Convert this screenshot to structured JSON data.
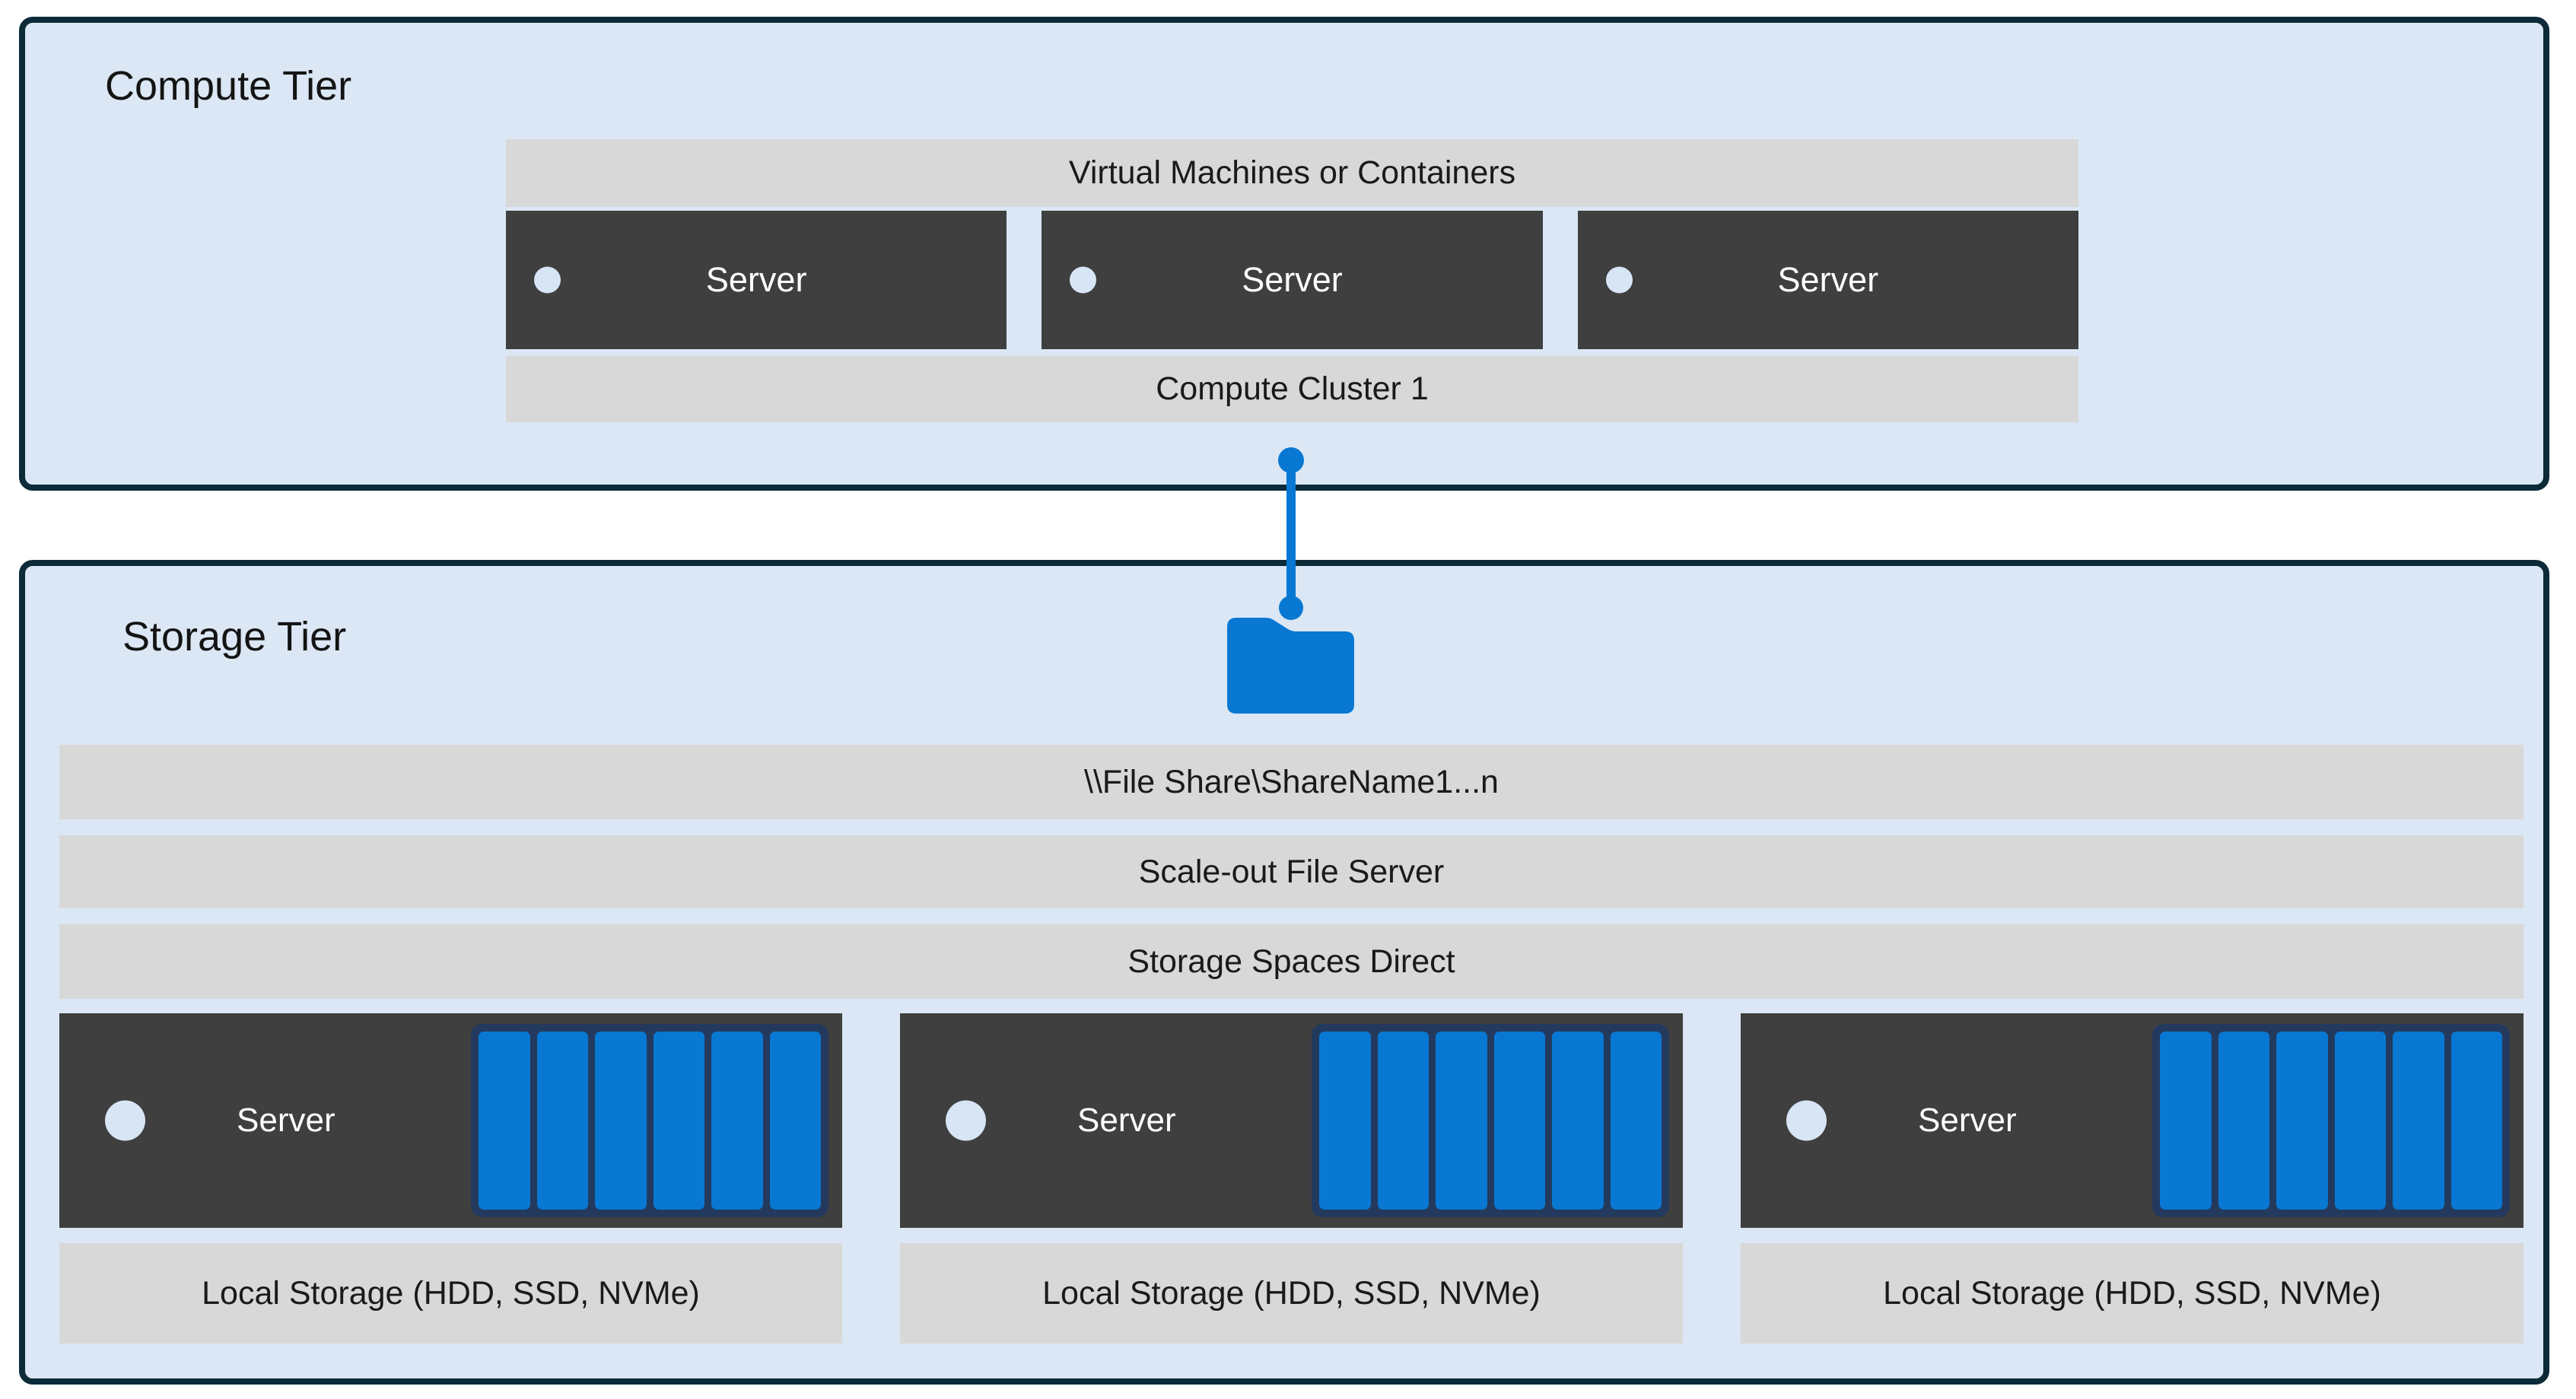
{
  "compute_tier": {
    "title": "Compute Tier",
    "vm_bar_label": "Virtual Machines or Containers",
    "servers": [
      {
        "label": "Server"
      },
      {
        "label": "Server"
      },
      {
        "label": "Server"
      }
    ],
    "cluster_bar_label": "Compute Cluster 1"
  },
  "storage_tier": {
    "title": "Storage Tier",
    "file_share_bar_label": "\\\\File Share\\ShareName1...n",
    "sofs_bar_label": "Scale-out File Server",
    "s2d_bar_label": "Storage Spaces Direct",
    "servers": [
      {
        "label": "Server",
        "disk_count": 6
      },
      {
        "label": "Server",
        "disk_count": 6
      },
      {
        "label": "Server",
        "disk_count": 6
      }
    ],
    "local_storage_bars": [
      {
        "label": "Local Storage (HDD, SSD, NVMe)"
      },
      {
        "label": "Local Storage (HDD, SSD, NVMe)"
      },
      {
        "label": "Local Storage (HDD, SSD, NVMe)"
      }
    ]
  },
  "connector": {
    "description": "link from Compute Cluster 1 to file share folder",
    "icon": "folder-icon"
  },
  "colors": {
    "tier_fill": "#dbe7f4",
    "tier_border": "#0c2a38",
    "gray_bar": "#d8d8d8",
    "server_box": "#3f3f3f",
    "accent_blue": "#0878d3",
    "disk_frame_navy": "#233a5e",
    "led_circle": "#d8e5f4",
    "text_dark": "#1a1a1a",
    "text_light": "#ffffff"
  }
}
